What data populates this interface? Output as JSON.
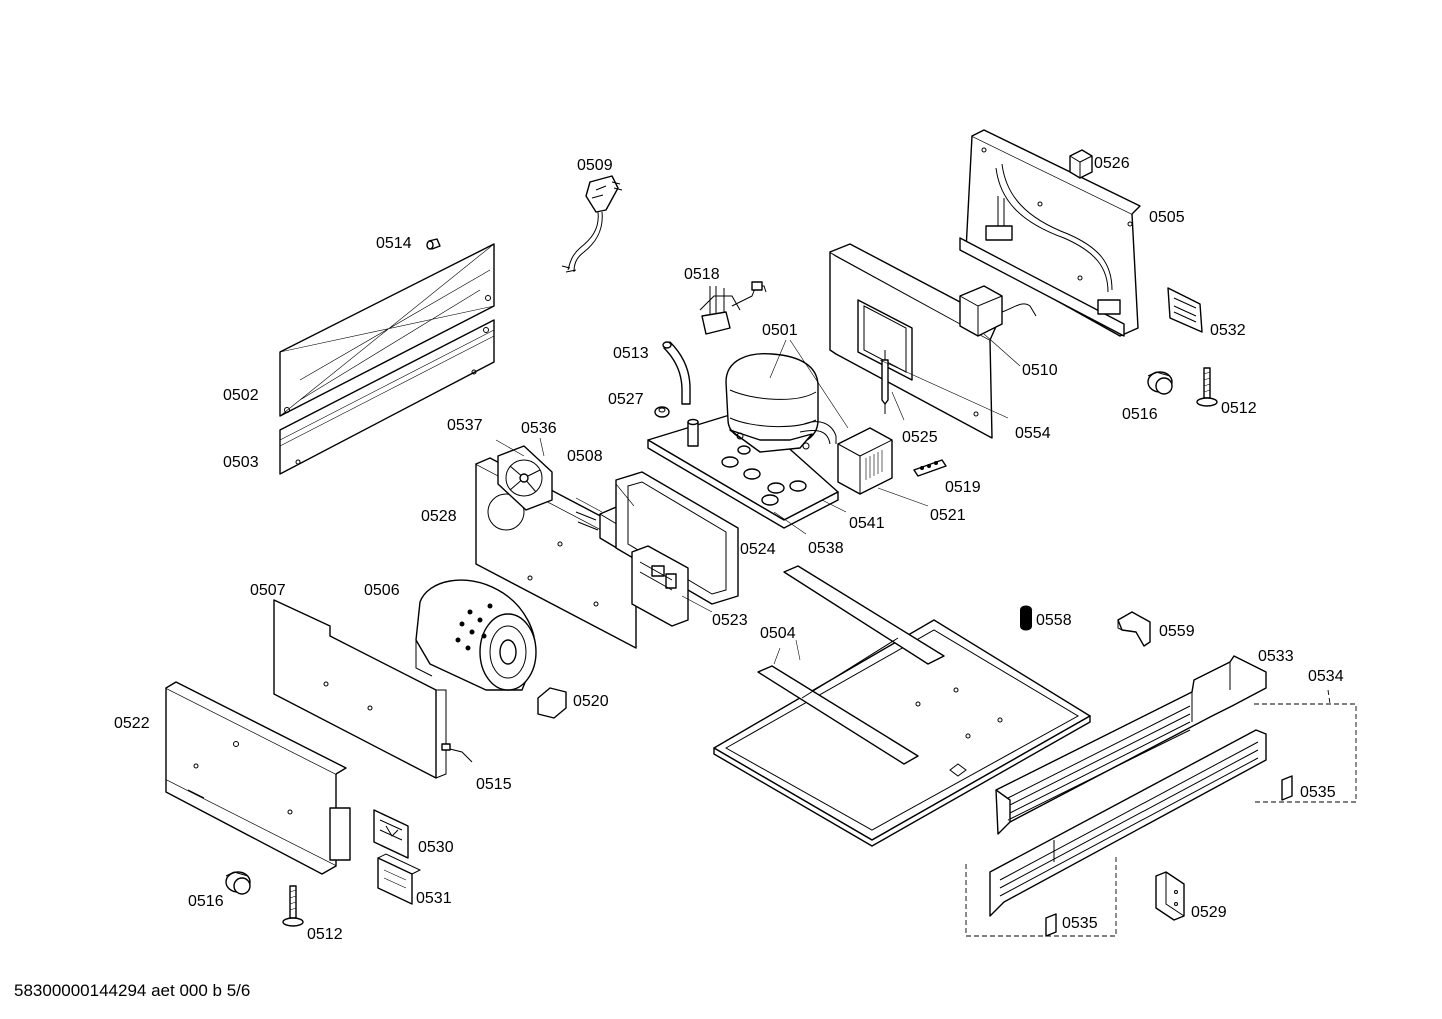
{
  "diagram": {
    "labels": {
      "p0509": "0509",
      "p0514": "0514",
      "p0518": "0518",
      "p0501": "0501",
      "p0513": "0513",
      "p0526": "0526",
      "p0505": "0505",
      "p0532": "0532",
      "p0510": "0510",
      "p0502": "0502",
      "p0527": "0527",
      "p0537": "0537",
      "p0536": "0536",
      "p0508": "0508",
      "p0525": "0525",
      "p0554": "0554",
      "p0516a": "0516",
      "p0512a": "0512",
      "p0503": "0503",
      "p0519": "0519",
      "p0528": "0528",
      "p0541": "0541",
      "p0521": "0521",
      "p0524": "0524",
      "p0538": "0538",
      "p0507": "0507",
      "p0506": "0506",
      "p0523": "0523",
      "p0504": "0504",
      "p0558": "0558",
      "p0559": "0559",
      "p0533": "0533",
      "p0534": "0534",
      "p0520": "0520",
      "p0522": "0522",
      "p0515": "0515",
      "p0535a": "0535",
      "p0530": "0530",
      "p0531": "0531",
      "p0516b": "0516",
      "p0512b": "0512",
      "p0535b": "0535",
      "p0529": "0529"
    },
    "footer": "58300000144294 aet 000 b 5/6"
  }
}
